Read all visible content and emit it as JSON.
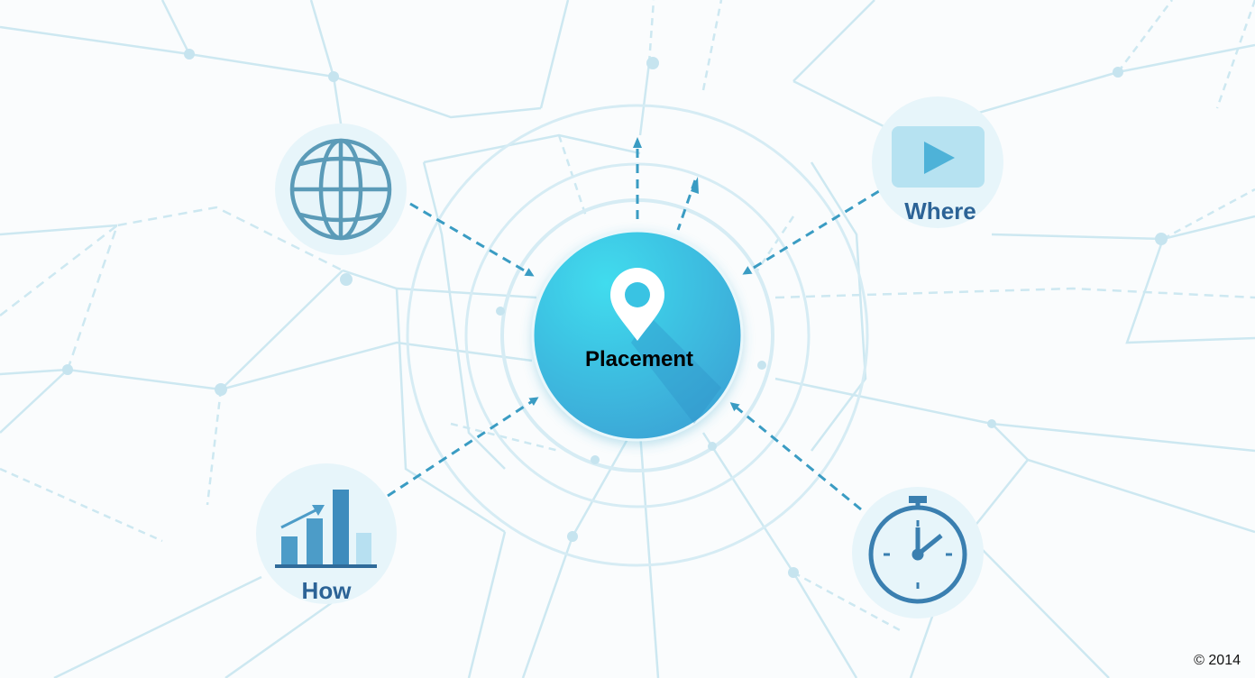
{
  "center": {
    "label": "Placement",
    "icon": "map-pin-icon"
  },
  "nodes": [
    {
      "id": "globe",
      "icon": "globe-icon",
      "label": ""
    },
    {
      "id": "video",
      "icon": "video-play-icon",
      "label": "Where"
    },
    {
      "id": "chart",
      "icon": "bar-chart-icon",
      "label": "How"
    },
    {
      "id": "clock",
      "icon": "stopwatch-icon",
      "label": ""
    }
  ],
  "copyright": "© 2014",
  "colors": {
    "background": "#fafcfd",
    "network_lines": "#cde8f1",
    "arrow": "#3a9cc3",
    "center_top": "#3bd9ec",
    "center_bottom": "#3aa0d4",
    "icon_blue": "#3a7fb0",
    "label_blue": "#2c6396",
    "node_circle": "#e6f5fa"
  }
}
